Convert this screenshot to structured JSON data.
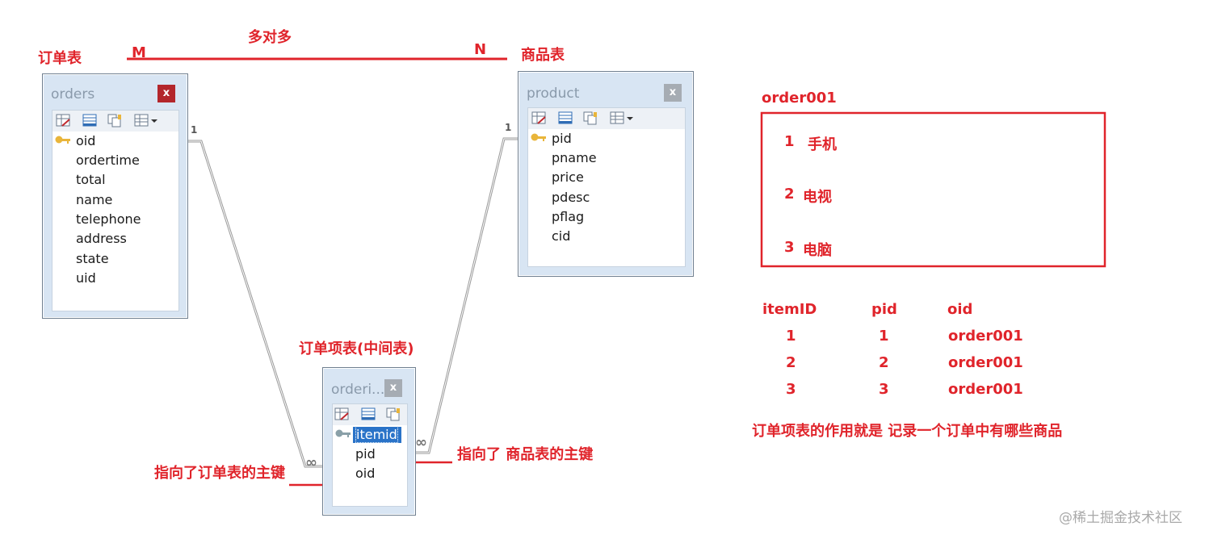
{
  "labels": {
    "orders_table": "订单表",
    "product_table": "商品表",
    "many_to_many": "多对多",
    "m": "M",
    "n": "N",
    "middle_table": "订单项表(中间表)",
    "points_orders_pk": "指向了订单表的主键",
    "points_product_pk": "指向了 商品表的主键"
  },
  "orders": {
    "title": "orders",
    "close": "x",
    "fields": [
      "oid",
      "ordertime",
      "total",
      "name",
      "telephone",
      "address",
      "state",
      "uid"
    ]
  },
  "product": {
    "title": "product",
    "close": "x",
    "fields": [
      "pid",
      "pname",
      "price",
      "pdesc",
      "pflag",
      "cid"
    ]
  },
  "orderitem": {
    "title": "orderi...",
    "close": "x",
    "fields": [
      "itemid",
      "pid",
      "oid"
    ]
  },
  "relations": {
    "orders_one": "1",
    "product_one": "1",
    "many_symbol": "∞"
  },
  "example": {
    "order_label": "order001",
    "items": [
      {
        "num": "1",
        "name": "手机"
      },
      {
        "num": "2",
        "name": "电视"
      },
      {
        "num": "3",
        "name": "电脑"
      }
    ],
    "table": {
      "headers": [
        "itemID",
        "pid",
        "oid"
      ],
      "rows": [
        [
          "1",
          "1",
          "order001"
        ],
        [
          "2",
          "2",
          "order001"
        ],
        [
          "3",
          "3",
          "order001"
        ]
      ]
    },
    "conclusion": "订单项表的作用就是 记录一个订单中有哪些商品"
  },
  "watermark": "@稀土掘金技术社区",
  "colors": {
    "annotation_red": "#e0242b",
    "line_gray": "#9a9a9a",
    "panel_blue": "#d8e5f3",
    "selection_blue": "#2a73c8"
  }
}
